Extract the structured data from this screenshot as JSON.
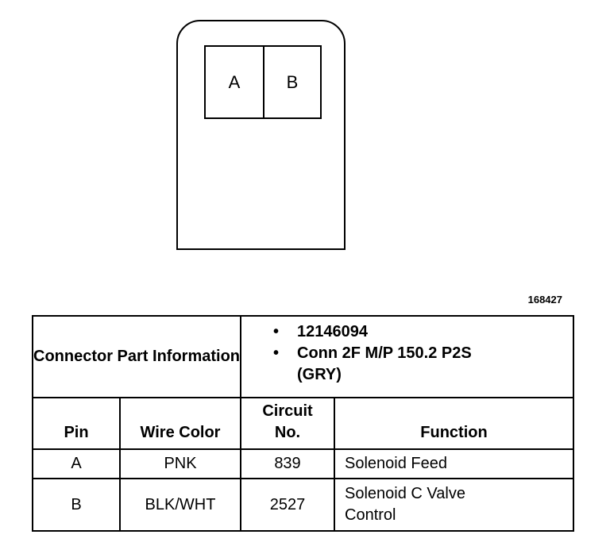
{
  "connector": {
    "pins": [
      "A",
      "B"
    ]
  },
  "figure_number": "168427",
  "table": {
    "part_info_label": "Connector Part Information",
    "part_info": [
      "12146094",
      "Conn 2F M/P 150.2 P2S (GRY)"
    ],
    "headers": {
      "pin": "Pin",
      "wire_color": "Wire Color",
      "circuit": "Circuit No.",
      "function": "Function"
    },
    "rows": [
      {
        "pin": "A",
        "wire_color": "PNK",
        "circuit": "839",
        "function": "Solenoid Feed"
      },
      {
        "pin": "B",
        "wire_color": "BLK/WHT",
        "circuit": "2527",
        "function": "Solenoid C Valve Control"
      }
    ]
  }
}
